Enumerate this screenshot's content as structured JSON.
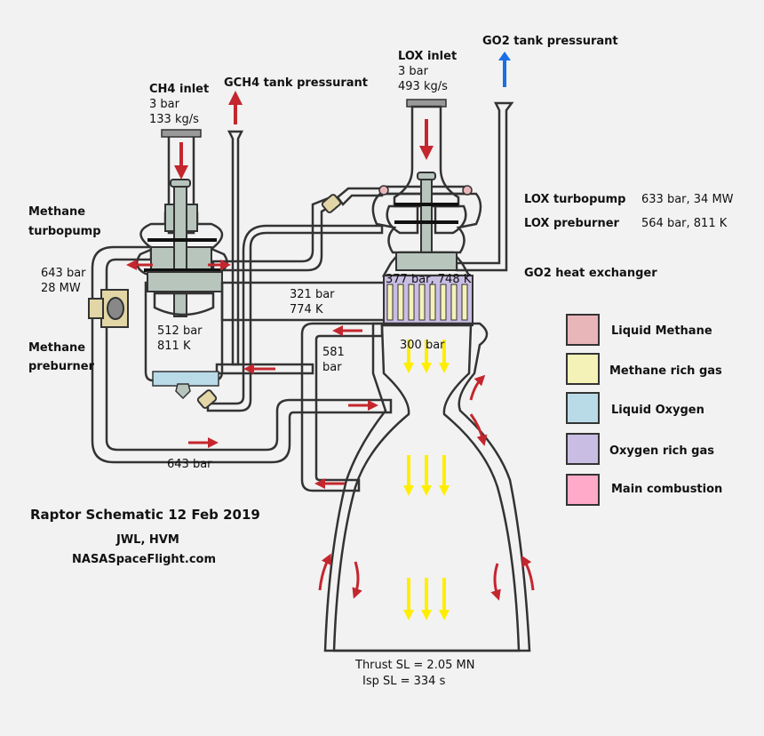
{
  "colors": {
    "background": "#f2f2f2",
    "liquid_methane": "#e8b6b9",
    "methane_rich_gas": "#f5f2b8",
    "liquid_oxygen": "#b9dbe8",
    "oxygen_rich_gas": "#c9bde3",
    "main_combustion": "#ffaac8",
    "metal": "#b7c5bd",
    "flow_arrow_red": "#c4262e",
    "flow_arrow_blue": "#1a6ee6",
    "flow_arrow_yellow": "#ffee00",
    "valve": "#e2d6a6",
    "plate": "#999999"
  },
  "labels": {
    "ch4_inlet_title": "CH4 inlet",
    "ch4_inlet_pressure": "3 bar",
    "ch4_inlet_flow": "133 kg/s",
    "gch4_tank_pressurant": "GCH4 tank pressurant",
    "lox_inlet_title": "LOX inlet",
    "lox_inlet_pressure": "3 bar",
    "lox_inlet_flow": "493 kg/s",
    "go2_tank_pressurant": "GO2 tank pressurant",
    "methane_turbopump_1": "Methane",
    "methane_turbopump_2": "turbopump",
    "methane_turbopump_pressure": "643 bar",
    "methane_turbopump_power": "28 MW",
    "methane_preburner_1": "Methane",
    "methane_preburner_2": "preburner",
    "methane_preburner_pressure": "512 bar",
    "methane_preburner_temp": "811 K",
    "methane_gas_pressure": "321 bar",
    "methane_gas_temp": "774 K",
    "lox_turbopump": "LOX turbopump",
    "lox_turbopump_spec": "633 bar, 34 MW",
    "lox_preburner": "LOX preburner",
    "lox_preburner_spec": "564 bar, 811 K",
    "go2_heat_exchanger": "GO2 heat exchanger",
    "oxygen_gas_spec": "377 bar, 748 K",
    "chamber_pressure": "300 bar",
    "cooling_pressure": "581",
    "cooling_pressure_unit": "bar",
    "return_pressure": "643 bar",
    "thrust": "Thrust SL = 2.05 MN",
    "isp": "Isp SL = 334 s"
  },
  "legend": [
    {
      "label": "Liquid Methane",
      "color": "#e8b6b9"
    },
    {
      "label": "Methane rich gas",
      "color": "#f5f2b8"
    },
    {
      "label": "Liquid Oxygen",
      "color": "#b9dbe8"
    },
    {
      "label": "Oxygen rich gas",
      "color": "#c9bde3"
    },
    {
      "label": "Main combustion",
      "color": "#ffaac8"
    }
  ],
  "caption": {
    "title": "Raptor Schematic 12 Feb 2019",
    "authors": "JWL, HVM",
    "site": "NASASpaceFlight.com"
  }
}
